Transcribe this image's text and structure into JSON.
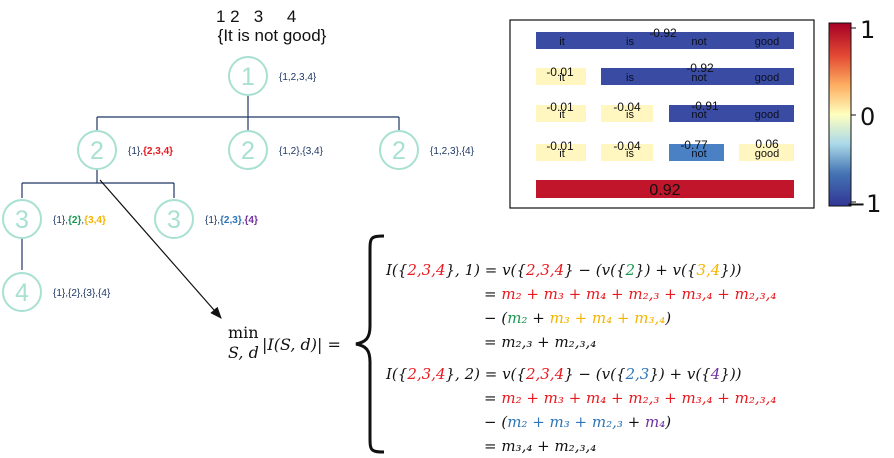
{
  "sentence": {
    "indices": "1 2   3     4",
    "text": "{It is not good}"
  },
  "tree": {
    "nodes": [
      {
        "level": "1",
        "labels": [
          {
            "t": "{1,2,3,4}",
            "c": "#1f3864"
          }
        ]
      },
      {
        "level": "2",
        "labels": [
          {
            "t": "{1},",
            "c": "#1f3864"
          },
          {
            "t": "{2,3,4}",
            "c": "#e8191f",
            "b": true
          }
        ]
      },
      {
        "level": "2",
        "labels": [
          {
            "t": "{1,2},{3,4}",
            "c": "#1f3864"
          }
        ]
      },
      {
        "level": "2",
        "labels": [
          {
            "t": "{1,2,3},{4}",
            "c": "#1f3864"
          }
        ]
      },
      {
        "level": "3",
        "labels": [
          {
            "t": "{1},",
            "c": "#1f3864"
          },
          {
            "t": "{2}",
            "c": "#1a9850",
            "b": true
          },
          {
            "t": ",",
            "c": "#1f3864"
          },
          {
            "t": "{3,4}",
            "c": "#f4b400",
            "b": true
          }
        ]
      },
      {
        "level": "3",
        "labels": [
          {
            "t": "{1},",
            "c": "#1f3864"
          },
          {
            "t": "{2,3}",
            "c": "#2e75b6",
            "b": true
          },
          {
            "t": ",",
            "c": "#1f3864"
          },
          {
            "t": "{4}",
            "c": "#7030a0",
            "b": true
          }
        ]
      },
      {
        "level": "4",
        "labels": [
          {
            "t": "{1},{2},{3},{4}",
            "c": "#1f3864"
          }
        ]
      }
    ]
  },
  "heatmap": {
    "rows": [
      {
        "words": [
          "it",
          "is",
          "not",
          "good"
        ],
        "values": [
          "-0.92"
        ]
      },
      {
        "words": [
          "it",
          "is",
          "not",
          "good"
        ],
        "values": [
          "-0.01",
          "-0.92"
        ]
      },
      {
        "words": [
          "it",
          "is",
          "not",
          "good"
        ],
        "values": [
          "-0.01",
          "-0.04",
          "-0.91"
        ]
      },
      {
        "words": [
          "it",
          "is",
          "not",
          "good"
        ],
        "values": [
          "-0.01",
          "-0.04",
          "-0.77",
          "0.06"
        ]
      }
    ],
    "total": "0.92",
    "colors": {
      "darkblue": "#3a4ba3",
      "lightblue": "#4a80c4",
      "pale": "#fff6c0",
      "red": "#c0152b"
    }
  },
  "colorbar": {
    "ticks": [
      "1",
      "0",
      "−1"
    ],
    "range": [
      -1,
      1
    ]
  },
  "objective": {
    "min_sub": "S, d",
    "lhs": "|I(S, d)| ="
  },
  "colors": {
    "red": "#e8191f",
    "green": "#1a9850",
    "yellow": "#f4b400",
    "blue": "#2e75b6",
    "purple": "#7030a0",
    "black": "#111111",
    "node": "#a8e0d2"
  },
  "equations": {
    "block1": [
      [
        {
          "t": "I({",
          "c": "black"
        },
        {
          "t": "2,3,4",
          "c": "red"
        },
        {
          "t": "}, 1) = v({",
          "c": "black"
        },
        {
          "t": "2,3,4",
          "c": "red"
        },
        {
          "t": "} − (v({",
          "c": "black"
        },
        {
          "t": "2",
          "c": "green"
        },
        {
          "t": "}) + v({",
          "c": "black"
        },
        {
          "t": "3,4",
          "c": "yellow"
        },
        {
          "t": "}))",
          "c": "black"
        }
      ],
      [
        {
          "t": "= ",
          "c": "black"
        },
        {
          "t": "m₂ + m₃ + m₄ + m₂,₃ + m₃,₄ + m₂,₃,₄",
          "c": "red"
        }
      ],
      [
        {
          "t": "− (",
          "c": "black"
        },
        {
          "t": "m₂",
          "c": "green"
        },
        {
          "t": " + ",
          "c": "black"
        },
        {
          "t": "m₃ + m₄ + m₃,₄",
          "c": "yellow"
        },
        {
          "t": ")",
          "c": "black"
        }
      ],
      [
        {
          "t": "= m₂,₃ + m₂,₃,₄",
          "c": "black"
        }
      ]
    ],
    "block2": [
      [
        {
          "t": "I({",
          "c": "black"
        },
        {
          "t": "2,3,4",
          "c": "red"
        },
        {
          "t": "}, 2) = v({",
          "c": "black"
        },
        {
          "t": "2,3,4",
          "c": "red"
        },
        {
          "t": "} − (v({",
          "c": "black"
        },
        {
          "t": "2,3",
          "c": "blue"
        },
        {
          "t": "}) + v({",
          "c": "black"
        },
        {
          "t": "4",
          "c": "purple"
        },
        {
          "t": "}))",
          "c": "black"
        }
      ],
      [
        {
          "t": "= ",
          "c": "black"
        },
        {
          "t": "m₂ + m₃ + m₄ + m₂,₃ + m₃,₄ + m₂,₃,₄",
          "c": "red"
        }
      ],
      [
        {
          "t": "− (",
          "c": "black"
        },
        {
          "t": "m₂ + m₃ + m₂,₃",
          "c": "blue"
        },
        {
          "t": " + ",
          "c": "black"
        },
        {
          "t": "m₄",
          "c": "purple"
        },
        {
          "t": ")",
          "c": "black"
        }
      ],
      [
        {
          "t": "= m₃,₄ + m₂,₃,₄",
          "c": "black"
        }
      ]
    ]
  }
}
